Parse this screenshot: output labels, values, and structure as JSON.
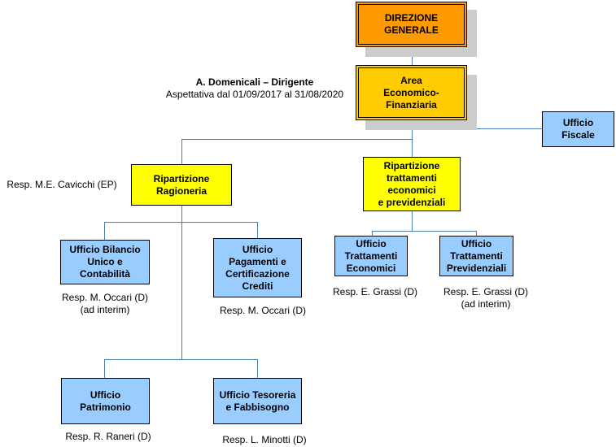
{
  "chart": {
    "colors": {
      "connector": "#4a7ab8",
      "direzione": "#ff9900",
      "area": "#ffcc00",
      "ripartizione": "#ffff00",
      "ufficio": "#99ccff",
      "shadow": "#cccccc"
    },
    "nodes": {
      "direzione": {
        "label": "DIREZIONE\nGENERALE"
      },
      "area": {
        "label": "Area\nEconomico-\nFinanziaria",
        "head_name": "A. Domenicali – Dirigente",
        "head_note": "Aspettativa dal 01/09/2017 al 31/08/2020"
      },
      "fiscale": {
        "label": "Ufficio\nFiscale"
      },
      "rip_ragioneria": {
        "label": "Ripartizione\nRagioneria",
        "resp": "Resp. M.E. Cavicchi (EP)"
      },
      "rip_trattamenti": {
        "label": "Ripartizione\ntrattamenti\neconomici\ne previdenziali"
      },
      "bilancio": {
        "label": "Ufficio Bilancio\nUnico e\nContabilità",
        "resp": "Resp. M. Occari (D)\n(ad interim)"
      },
      "pagamenti": {
        "label": "Ufficio\nPagamenti e\nCertificazione\nCrediti",
        "resp": "Resp. M. Occari (D)"
      },
      "tratt_economici": {
        "label": "Ufficio\nTrattamenti\nEconomici",
        "resp": "Resp. E. Grassi (D)"
      },
      "tratt_previdenziali": {
        "label": "Ufficio\nTrattamenti\nPrevidenziali",
        "resp": "Resp. E. Grassi (D)\n(ad interim)"
      },
      "patrimonio": {
        "label": "Ufficio\nPatrimonio",
        "resp": "Resp. R. Raneri (D)"
      },
      "tesoreria": {
        "label": "Ufficio Tesoreria\ne Fabbisogno",
        "resp": "Resp. L. Minotti (D)"
      }
    }
  }
}
